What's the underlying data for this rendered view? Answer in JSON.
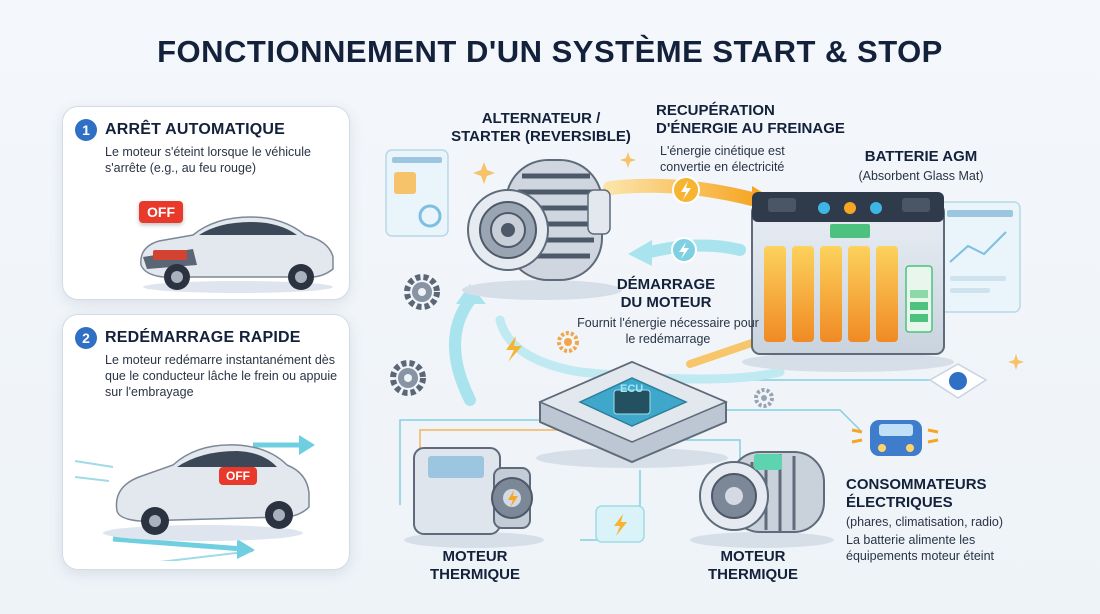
{
  "title": "FONCTIONNEMENT D'UN SYSTÈME START & STOP",
  "steps": [
    {
      "num": "1",
      "title": "ARRÊT AUTOMATIQUE",
      "desc": "Le moteur s'éteint lorsque le véhicule s'arrête (e.g., au feu rouge)",
      "badge": "OFF"
    },
    {
      "num": "2",
      "title": "REDÉMARRAGE RAPIDE",
      "desc": "Le moteur redémarre instantanément dès que le conducteur lâche le frein ou appuie sur l'embrayage",
      "badge": "OFF"
    }
  ],
  "components": {
    "alternator": {
      "label": "ALTERNATEUR / STARTER (REVERSIBLE)"
    },
    "recovery": {
      "label": "RECUPÉRATION D'ÉNERGIE AU FREINAGE",
      "desc": "L'énergie cinétique est convertie en électricité"
    },
    "battery": {
      "label": "BATTERIE AGM",
      "desc": "(Absorbent Glass Mat)"
    },
    "starting": {
      "label": "DÉMARRAGE DU MOTEUR",
      "desc": "Fournit l'énergie nécessaire pour le redémarrage"
    },
    "ecu": {
      "label": "ECU"
    },
    "engine_left": {
      "label": "MOTEUR THERMIQUE"
    },
    "engine_right": {
      "label": "MOTEUR THERMIQUE"
    },
    "consumers": {
      "label": "CONSOMMATEURS ÉLECTRIQUES",
      "desc1": "(phares, climatisation, radio)",
      "desc2": "La batterie alimente les équipements moteur éteint"
    }
  },
  "colors": {
    "primary_blue": "#2f6fc4",
    "flow_cyan": "#7fd8e6",
    "energy_orange": "#f6a623",
    "badge_red": "#e8392b",
    "title_navy": "#13213a"
  },
  "icons": [
    "gear-icon",
    "lightning-icon",
    "chip-icon",
    "car-icon",
    "dashboard-panel-icon"
  ]
}
